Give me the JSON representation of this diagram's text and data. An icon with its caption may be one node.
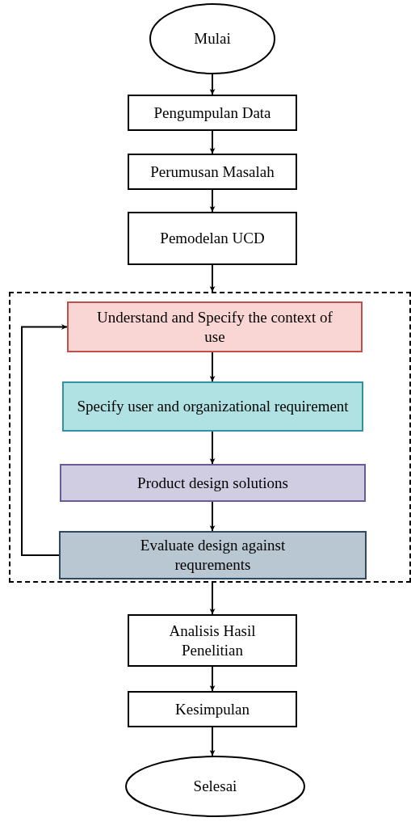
{
  "diagram": {
    "nodes": [
      {
        "text": [
          "Mulai"
        ]
      },
      {
        "text": [
          "Pengumpulan Data"
        ]
      },
      {
        "text": [
          "Perumusan Masalah"
        ]
      },
      {
        "text": [
          "Pemodelan UCD"
        ]
      },
      {
        "text": [],
        "shape": "box"
      },
      {
        "text": [
          "Understand and Specify the context of use"
        ],
        "in": 4
      },
      {
        "text": [
          "Specify user and organizational requirement"
        ],
        "in": 4
      },
      {
        "text": [
          "Product design solutions"
        ],
        "in": 4
      },
      {
        "text": [
          "Evaluate design against requrements"
        ],
        "in": 4
      },
      {
        "text": [
          "Analisis Hasil Penelitian"
        ]
      },
      {
        "text": [
          "Kesimpulan"
        ]
      },
      {
        "text": [
          "Selesai"
        ]
      }
    ],
    "edges": [
      {
        "from": 0,
        "to": 1,
        "arrow": "to"
      },
      {
        "from": 1,
        "to": 2,
        "arrow": "to"
      },
      {
        "from": 2,
        "to": 3,
        "arrow": "to"
      },
      {
        "from": 3,
        "to": 4,
        "arrow": "to"
      },
      {
        "from": 5,
        "to": 6,
        "arrow": "to"
      },
      {
        "from": 6,
        "to": 7,
        "arrow": "to"
      },
      {
        "from": 7,
        "to": 8,
        "arrow": "to"
      },
      {
        "from": 8,
        "to": 5,
        "arrow": "to"
      },
      {
        "from": 4,
        "to": 9,
        "arrow": "to"
      },
      {
        "from": 9,
        "to": 10,
        "arrow": "to"
      },
      {
        "from": 10,
        "to": 11,
        "arrow": "to"
      }
    ]
  }
}
